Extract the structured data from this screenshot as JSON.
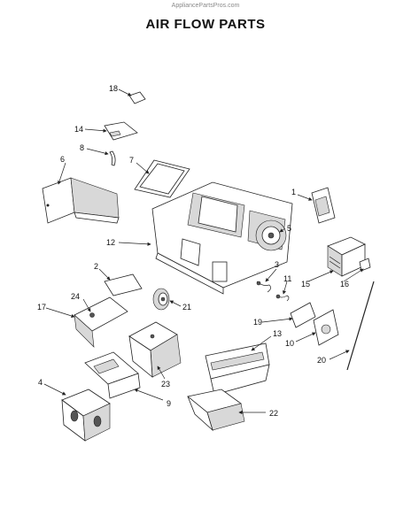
{
  "watermark": "AppliancePartsPros.com",
  "title": "AIR FLOW PARTS",
  "callouts": [
    "1",
    "2",
    "3",
    "4",
    "5",
    "6",
    "7",
    "8",
    "9",
    "10",
    "11",
    "12",
    "13",
    "14",
    "15",
    "16",
    "17",
    "18",
    "19",
    "20",
    "21",
    "22",
    "23",
    "24"
  ]
}
